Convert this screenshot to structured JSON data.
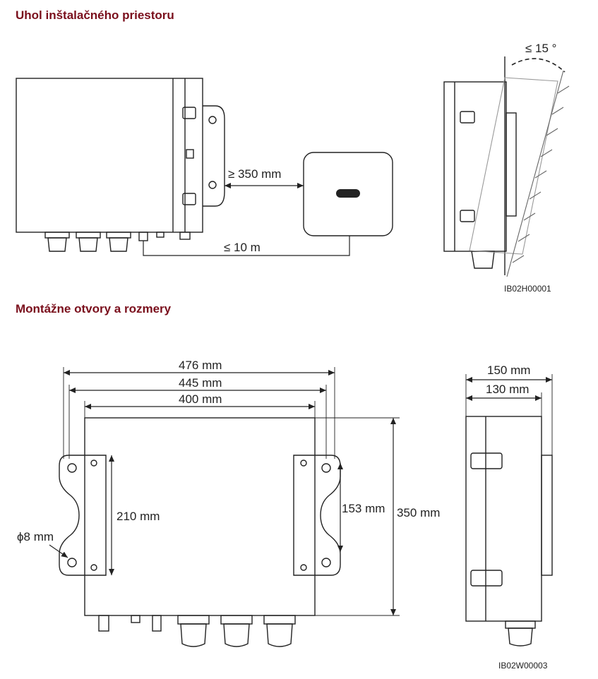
{
  "headings": {
    "section1": "Uhol inštalačného priestoru",
    "section2": "Montážne otvory a rozmery"
  },
  "labels": {
    "gap_between": "≥ 350 mm",
    "cable_length": "≤ 10 m",
    "tilt_angle": "≤ 15 °",
    "fig_code_top": "IB02H00001",
    "width_total": "476 mm",
    "width_mid": "445 mm",
    "width_holes": "400 mm",
    "hole_vertical_left": "210 mm",
    "hole_vertical_right": "153 mm",
    "height_total": "350 mm",
    "hole_diameter": "ϕ8 mm",
    "depth_total": "150 mm",
    "depth_body": "130 mm",
    "fig_code_bottom": "IB02W00003"
  },
  "colors": {
    "heading": "#7a0f1c",
    "line": "#222222"
  }
}
